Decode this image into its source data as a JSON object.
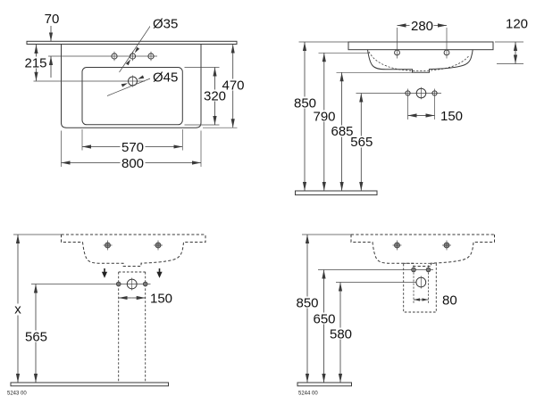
{
  "colors": {
    "line": "#3a3a3a",
    "text": "#111111",
    "background": "#ffffff",
    "hole_fill": "#8f8f8f"
  },
  "views": {
    "plan": {
      "dims": {
        "wall_to_tap_holes": "70",
        "wall_to_drain": "215",
        "tap_hole_diameter": "Ø35",
        "drain_diameter": "Ø45",
        "basin_inner_depth": "320",
        "overall_depth": "470",
        "basin_inner_width": "570",
        "overall_width": "800"
      }
    },
    "front": {
      "dims": {
        "mounting_hole_spacing": "280",
        "rim_thickness": "120",
        "rim_height": "850",
        "mounting_holes_height": "790",
        "underside_height": "685",
        "connections_height": "565",
        "connection_spacing": "150"
      }
    },
    "pedestal": {
      "code": "5243 00",
      "dims": {
        "variable_height": "x",
        "connections_height": "565",
        "connection_spacing": "150"
      }
    },
    "semi_pedestal": {
      "code": "5244 00",
      "dims": {
        "rim_height": "850",
        "tap_connection_height": "650",
        "drain_height": "580",
        "connection_spacing": "80"
      }
    }
  }
}
